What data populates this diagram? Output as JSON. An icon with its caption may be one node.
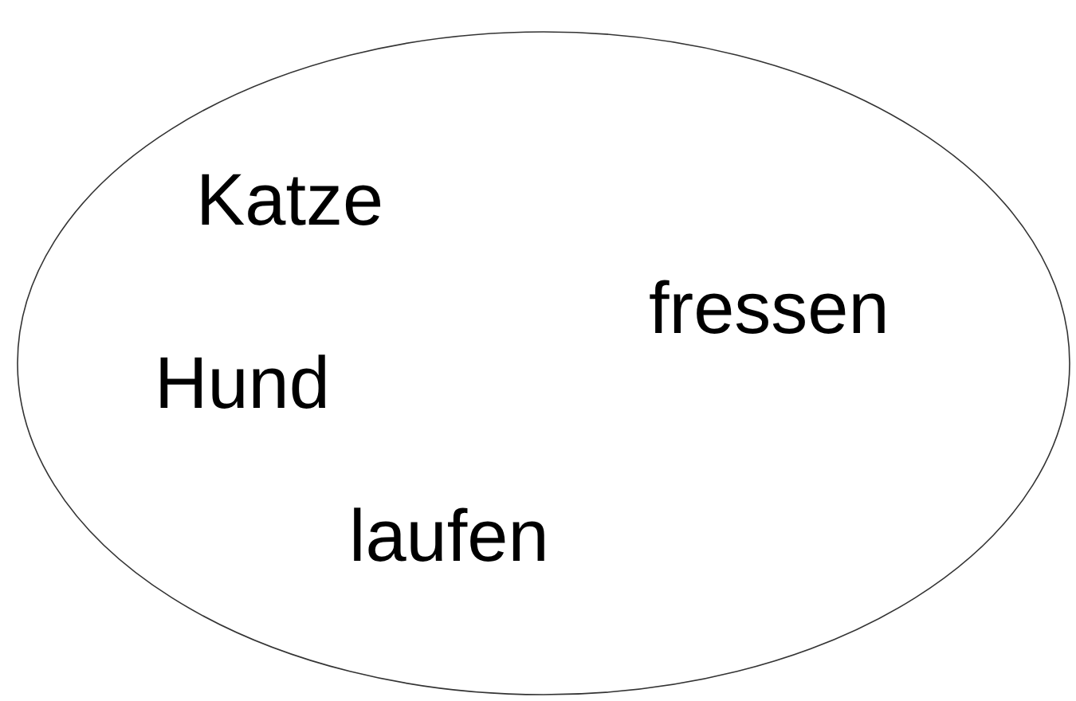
{
  "diagram": {
    "nodes": [
      {
        "text": [
          "Katze",
          "fressen",
          "Hund",
          "laufen"
        ]
      }
    ]
  }
}
